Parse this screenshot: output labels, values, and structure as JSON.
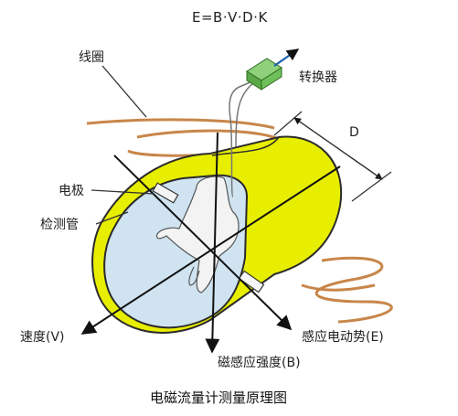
{
  "formula": "E=B·V·D·K",
  "labels": {
    "coil": "线圈",
    "converter": "转换器",
    "diameter": "D",
    "electrode": "电极",
    "tube": "检测管",
    "velocity": "速度(V)",
    "emf": "感应电动势(E)",
    "field": "磁感应强度(B)"
  },
  "caption": "电磁流量计测量原理图",
  "colors": {
    "tube_body": "#e8ee00",
    "tube_outline": "#2b2b2b",
    "tube_inner": "#cfe3f0",
    "coil": "#c8864a",
    "converter": "#6fbf5a",
    "axis": "#111111"
  }
}
